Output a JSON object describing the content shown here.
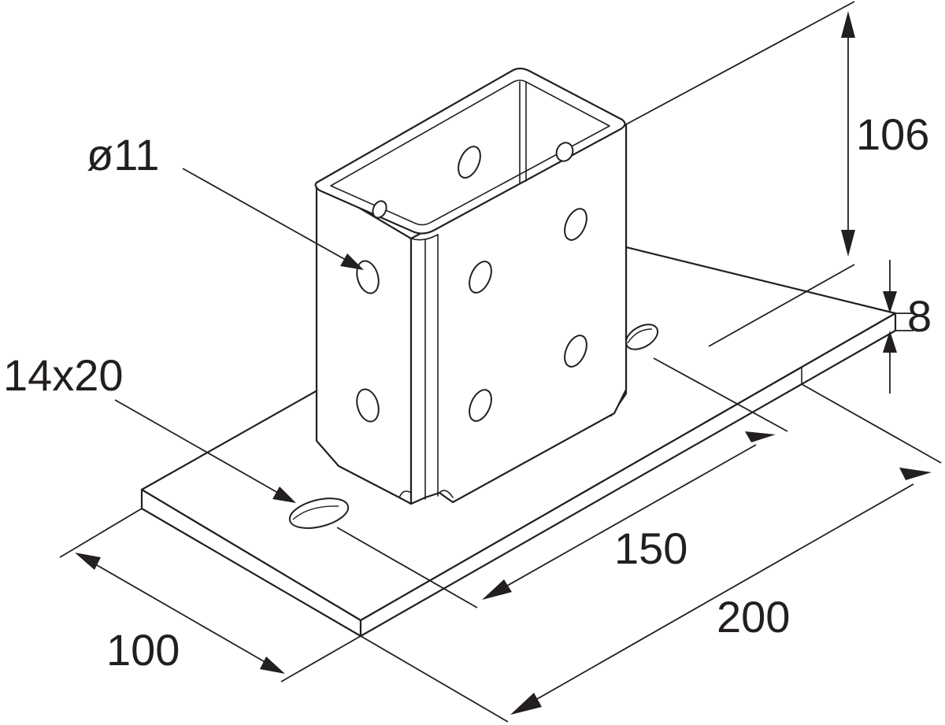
{
  "dimensions": {
    "hole_diameter": "ø11",
    "slot_size": "14x20",
    "height": "106",
    "plate_thickness": "8",
    "slot_spacing": "150",
    "plate_length": "200",
    "plate_width": "100"
  },
  "colors": {
    "line": "#231f20",
    "background": "#ffffff"
  }
}
